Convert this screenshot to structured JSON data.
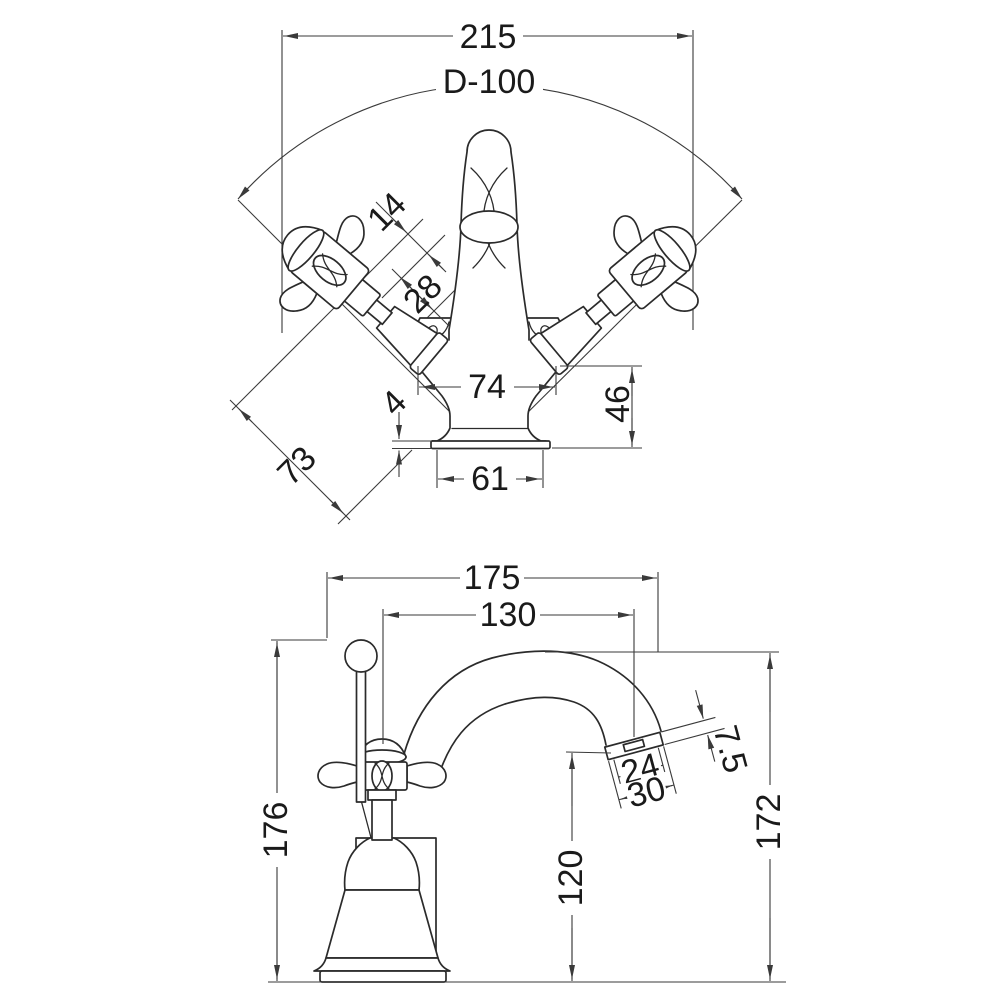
{
  "drawing_type": "faucet technical dimension drawing",
  "front_view": {
    "overall_width": "215",
    "spout_swivel": "D-100",
    "handle_width": "14",
    "handle_length": "28",
    "handle_overall": "73",
    "baseplate_thickness": "4",
    "handle_spacing": "74",
    "body_height": "46",
    "base_width": "61"
  },
  "side_view": {
    "overall_width": "175",
    "spout_reach": "130",
    "rod_height": "176",
    "outlet_height": "120",
    "overall_height": "172",
    "aerator_width": "24",
    "spout_end_width": "30",
    "spout_end_depth": "7.5"
  }
}
